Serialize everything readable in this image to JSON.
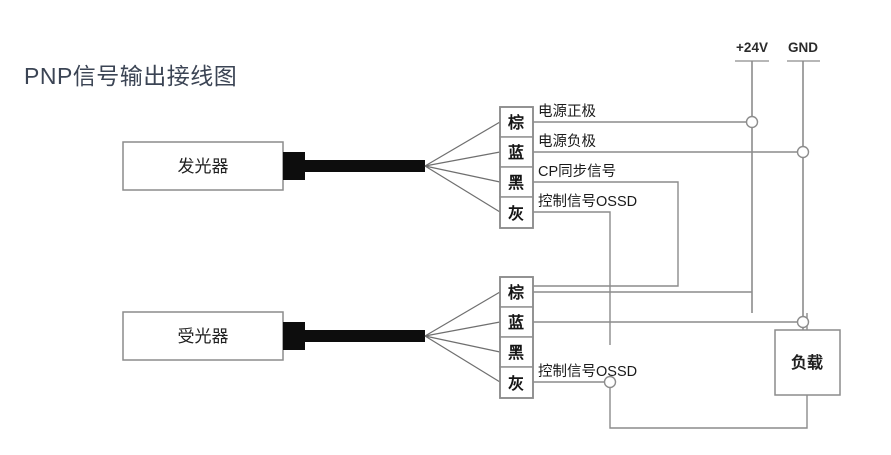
{
  "title": "PNP信号输出接线图",
  "devices": {
    "emitter": {
      "label": "发光器"
    },
    "receiver": {
      "label": "受光器"
    },
    "load": {
      "label": "负载"
    }
  },
  "power_rails": [
    {
      "name": "positive",
      "label": "+24V"
    },
    {
      "name": "ground",
      "label": "GND"
    }
  ],
  "terminal_blocks": [
    {
      "name": "emitter-terminal-block",
      "device": "发光器",
      "rows": [
        {
          "color_code": "棕",
          "signal": "电源正极"
        },
        {
          "color_code": "蓝",
          "signal": "电源负极"
        },
        {
          "color_code": "黑",
          "signal": "CP同步信号"
        },
        {
          "color_code": "灰",
          "signal": "控制信号OSSD"
        }
      ]
    },
    {
      "name": "receiver-terminal-block",
      "device": "受光器",
      "rows": [
        {
          "color_code": "棕",
          "signal": ""
        },
        {
          "color_code": "蓝",
          "signal": ""
        },
        {
          "color_code": "黑",
          "signal": ""
        },
        {
          "color_code": "灰",
          "signal": "控制信号OSSD"
        }
      ]
    }
  ],
  "colors": {
    "wire": "#8c8c8c",
    "cable": "#0d0d0d",
    "title": "#3b4454",
    "background": "#ffffff"
  }
}
